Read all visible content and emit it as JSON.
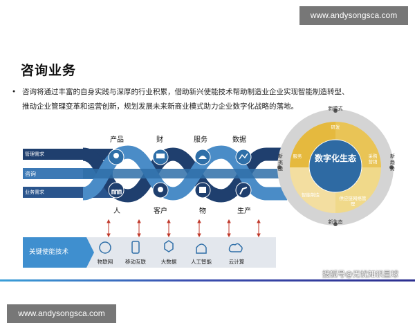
{
  "watermark": {
    "top": "www.andysongsca.com",
    "bottom": "www.andysongsca.com"
  },
  "title": "咨询业务",
  "bullet_line1": "咨询将通过丰富的自身实践与深厚的行业积累，借助新兴使能技术帮助制造业企业实现智能制造转型、",
  "bullet_line2": "推动企业管理变革和运营创新，规划发展未来新商业模式助力企业数字化战略的落地。",
  "bands": [
    "管理需求",
    "咨询",
    "业务需求"
  ],
  "top_categories": [
    "产品",
    "财",
    "服务",
    "数据"
  ],
  "bottom_categories": [
    "人",
    "客户",
    "物",
    "生产"
  ],
  "enablers": {
    "title": "关键使能技术",
    "items": [
      "物联网",
      "移动互联",
      "大数据",
      "人工智能",
      "云计算"
    ]
  },
  "wheel": {
    "core": "数字化生态",
    "outer": [
      "新模式",
      "新趋势",
      "新生态",
      "新挑战"
    ],
    "inner": [
      "研发",
      "采购营销",
      "供应链网络管理",
      "智能制造",
      "服务"
    ]
  },
  "source": "搜狐号@无忧知识星球",
  "colors": {
    "navy": "#1f3f6e",
    "blue": "#2f6fa8",
    "gold": "#e6b739",
    "gray": "#cfcfcf"
  }
}
